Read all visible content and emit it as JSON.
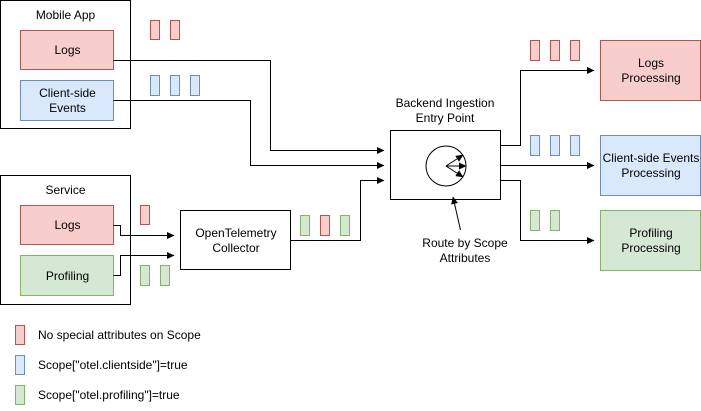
{
  "colors": {
    "red_fill": "#f8cecc",
    "red_stroke": "#b85450",
    "blue_fill": "#dae8fc",
    "blue_stroke": "#6c8ebf",
    "green_fill": "#d5e8d4",
    "green_stroke": "#82b366",
    "line": "#000000"
  },
  "mobile_app": {
    "title": "Mobile App",
    "logs": "Logs",
    "client_events": "Client-side\nEvents"
  },
  "service": {
    "title": "Service",
    "logs": "Logs",
    "profiling": "Profiling"
  },
  "collector": {
    "label": "OpenTelemetry\nCollector"
  },
  "backend": {
    "label": "Backend Ingestion\nEntry Point",
    "route_label": "Route by Scope\nAttributes"
  },
  "outputs": {
    "logs": "Logs\nProcessing",
    "client_events": "Client-side Events\nProcessing",
    "profiling": "Profiling\nProcessing"
  },
  "legend": [
    {
      "color": "red",
      "text": "No special attributes on Scope"
    },
    {
      "color": "blue",
      "text": "Scope[\"otel.clientside\"]=true"
    },
    {
      "color": "green",
      "text": "Scope[\"otel.profiling\"]=true"
    }
  ]
}
